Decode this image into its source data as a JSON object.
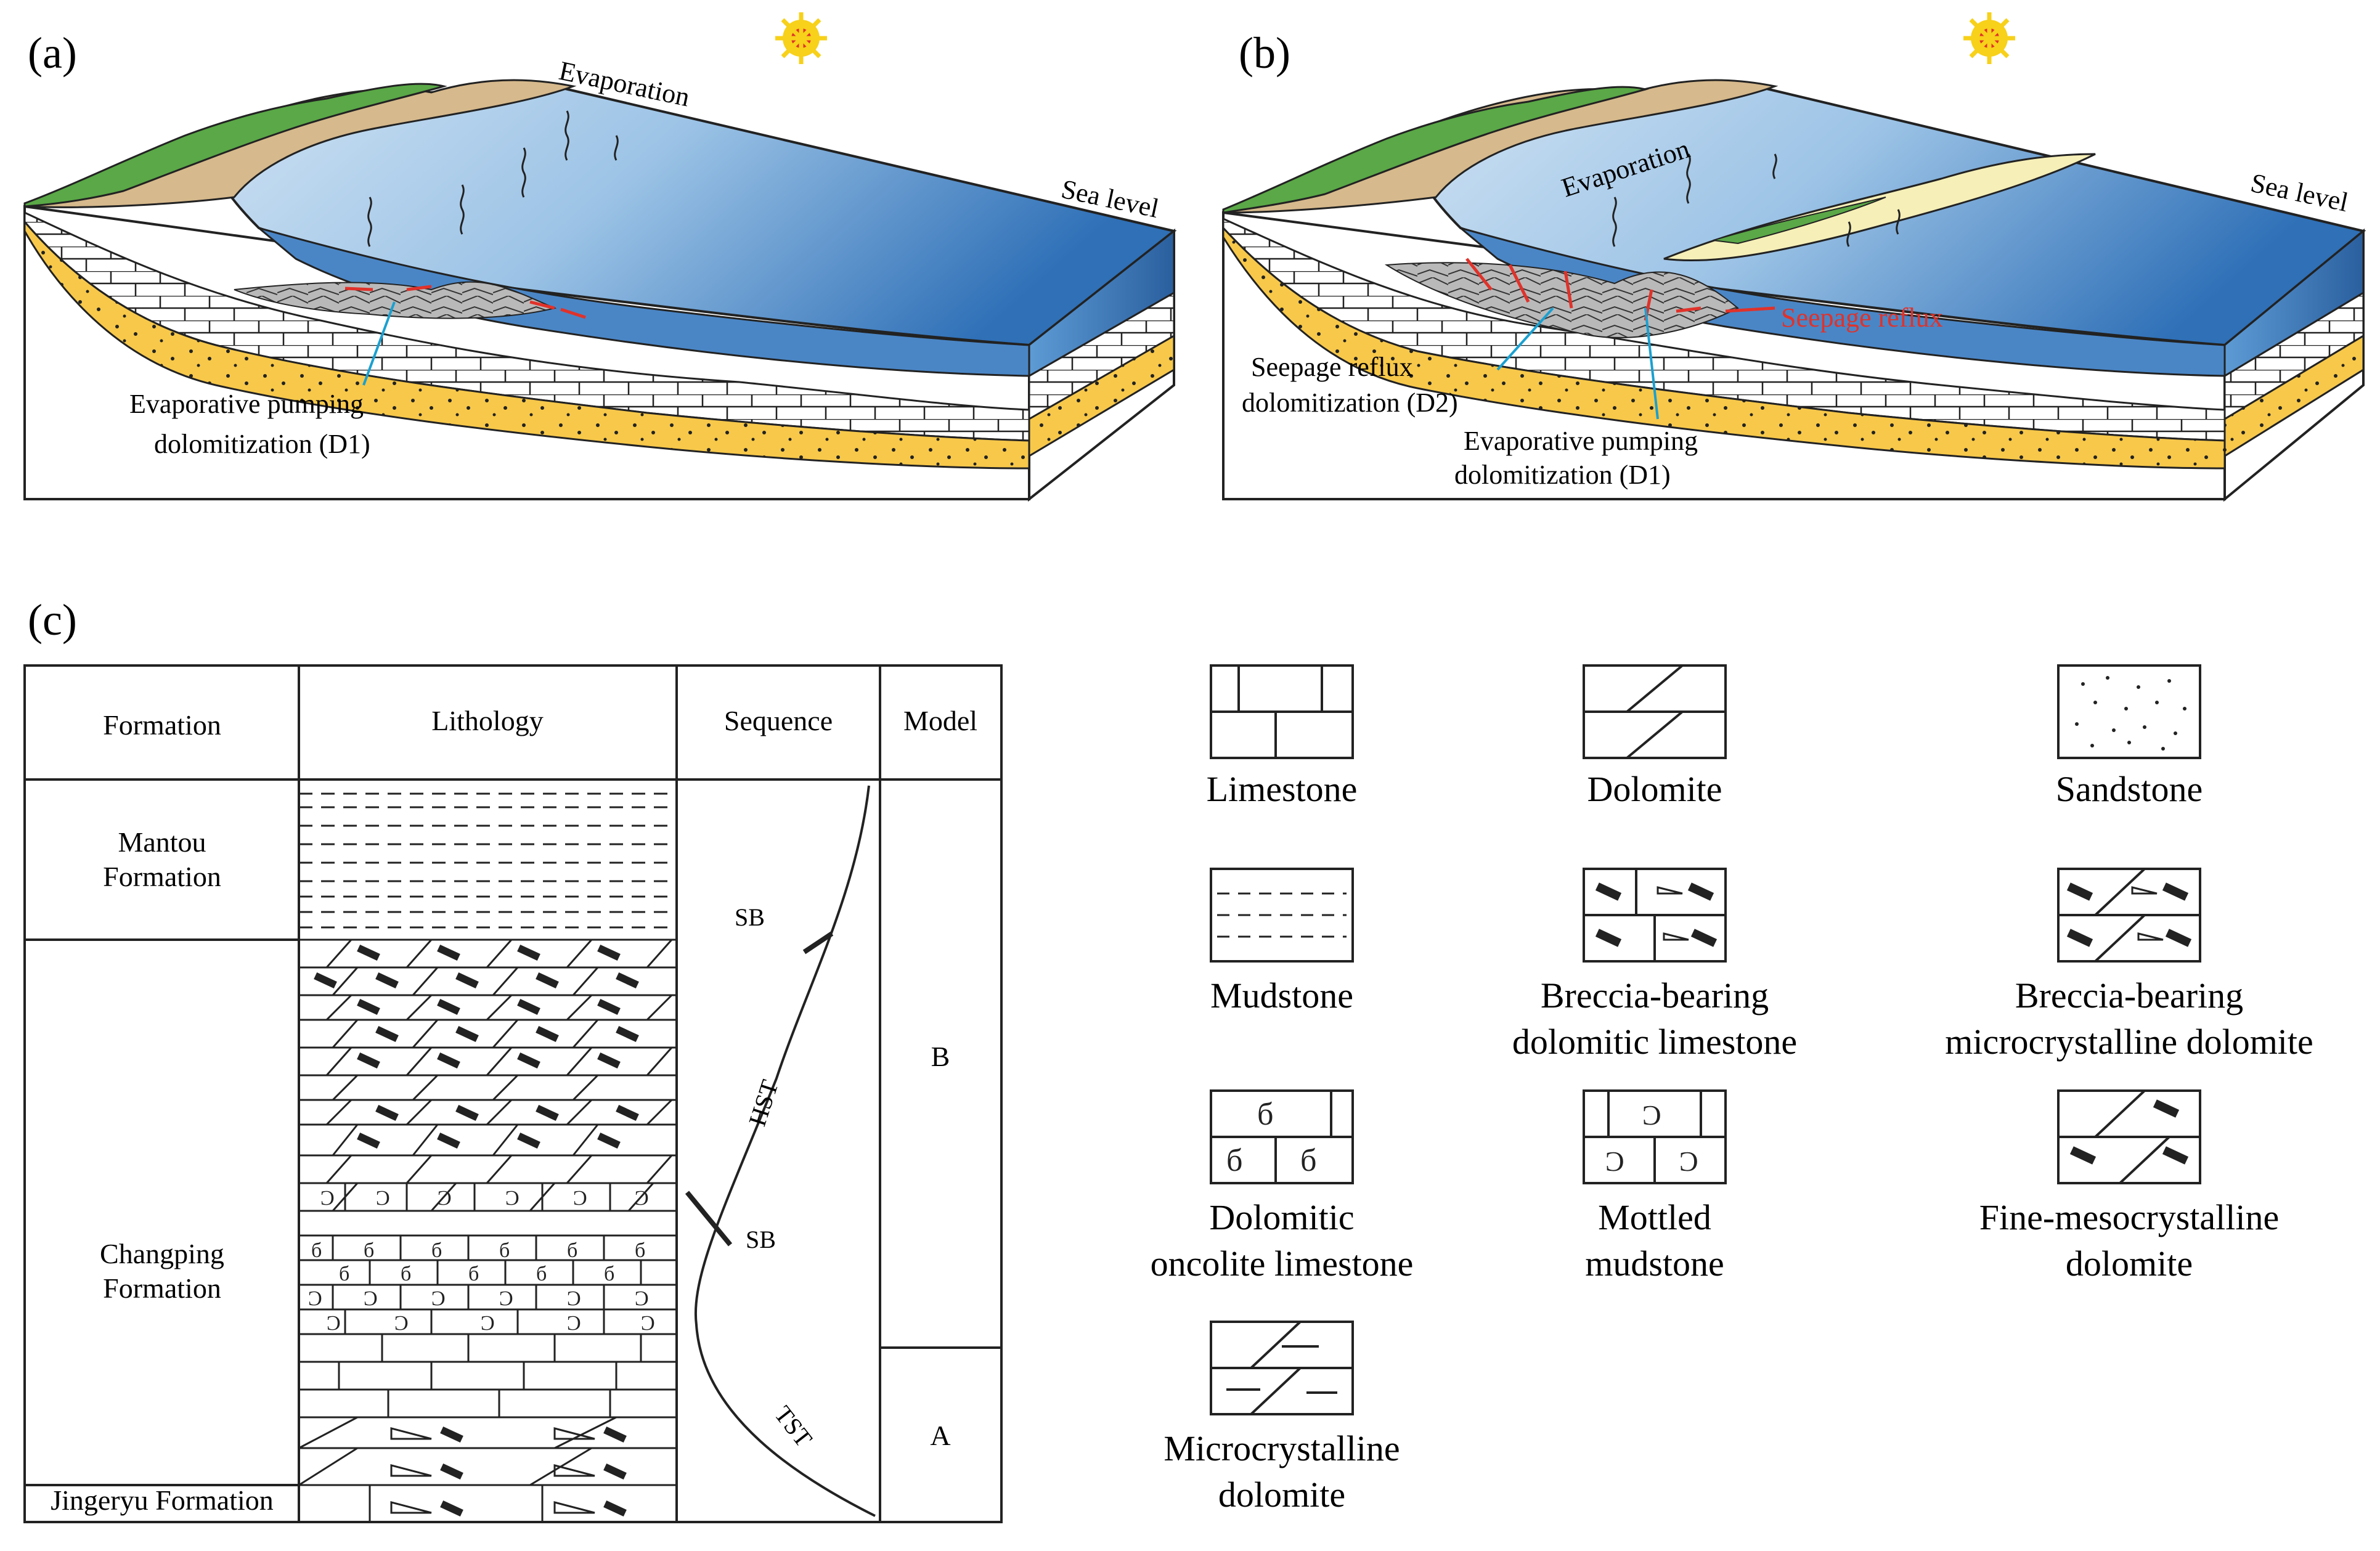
{
  "panels": {
    "a": {
      "label": "(a)",
      "evaporation": "Evaporation",
      "sea_level": "Sea level",
      "process_line1": "Evaporative pumping",
      "process_line2": "dolomitization (D1)"
    },
    "b": {
      "label": "(b)",
      "evaporation": "Evaporation",
      "sea_level": "Sea level",
      "seepage_reflux": "Seepage reflux",
      "d2_line1": "Seepage reflux",
      "d2_line2": "dolomitization (D2)",
      "d1_line1": "Evaporative pumping",
      "d1_line2": "dolomitization (D1)"
    },
    "c": {
      "label": "(c)",
      "headers": {
        "formation": "Formation",
        "lithology": "Lithology",
        "sequence": "Sequence",
        "model": "Model"
      },
      "formations": {
        "mantou_line1": "Mantou",
        "mantou_line2": "Formation",
        "changping_line1": "Changping",
        "changping_line2": "Formation",
        "jingeryu": "Jingeryu Formation"
      },
      "sequence": {
        "sb_upper": "SB",
        "sb_lower": "SB",
        "hst": "HST",
        "tst": "TST"
      },
      "models": {
        "b": "B",
        "a": "A"
      }
    }
  },
  "legend": {
    "limestone": "Limestone",
    "dolomite": "Dolomite",
    "sandstone": "Sandstone",
    "mudstone": "Mudstone",
    "breccia_dol_lime_line1": "Breccia-bearing",
    "breccia_dol_lime_line2": "dolomitic limestone",
    "breccia_micro_dol_line1": "Breccia-bearing",
    "breccia_micro_dol_line2": "microcrystalline dolomite",
    "oncolite_line1": "Dolomitic",
    "oncolite_line2": "oncolite limestone",
    "mottled_line1": "Mottled",
    "mottled_line2": "mudstone",
    "fine_meso_line1": "Fine-mesocrystalline",
    "fine_meso_line2": "dolomite",
    "micro_dol_line1": "Microcrystalline",
    "micro_dol_line2": "dolomite"
  },
  "colors": {
    "sea_light": "#bcd6ee",
    "sea_dark": "#3f7fc0",
    "sand": "#f7c84a",
    "land_green": "#5aa847",
    "tidal_flat": "#d6b98c",
    "arrow_red": "#e0322a",
    "arrow_cyan": "#1aa0d0",
    "sun": "#f7d11a"
  }
}
